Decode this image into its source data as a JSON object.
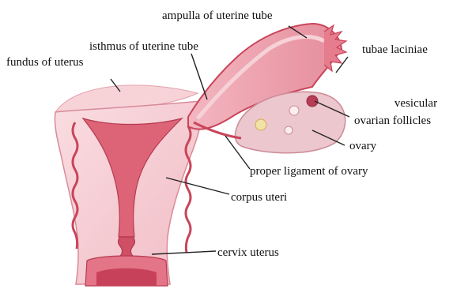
{
  "labels": {
    "ampulla": "ampulla of uterine tube",
    "isthmus": "isthmus of uterine tube",
    "fundus": "fundus of uterus",
    "tubae_laciniae": "tubae laciniae",
    "vesicular_line1": "vesicular",
    "vesicular_line2": "ovarian follicles",
    "ovary": "ovary",
    "ligament": "proper ligament of ovary",
    "corpus": "corpus uteri",
    "cervix": "cervix uterus"
  },
  "colors": {
    "tissue_light": "#f4c9cf",
    "tissue_mid": "#e99aa6",
    "tissue_dark": "#c9455a",
    "cavity": "#d7546a",
    "line": "#222222"
  }
}
